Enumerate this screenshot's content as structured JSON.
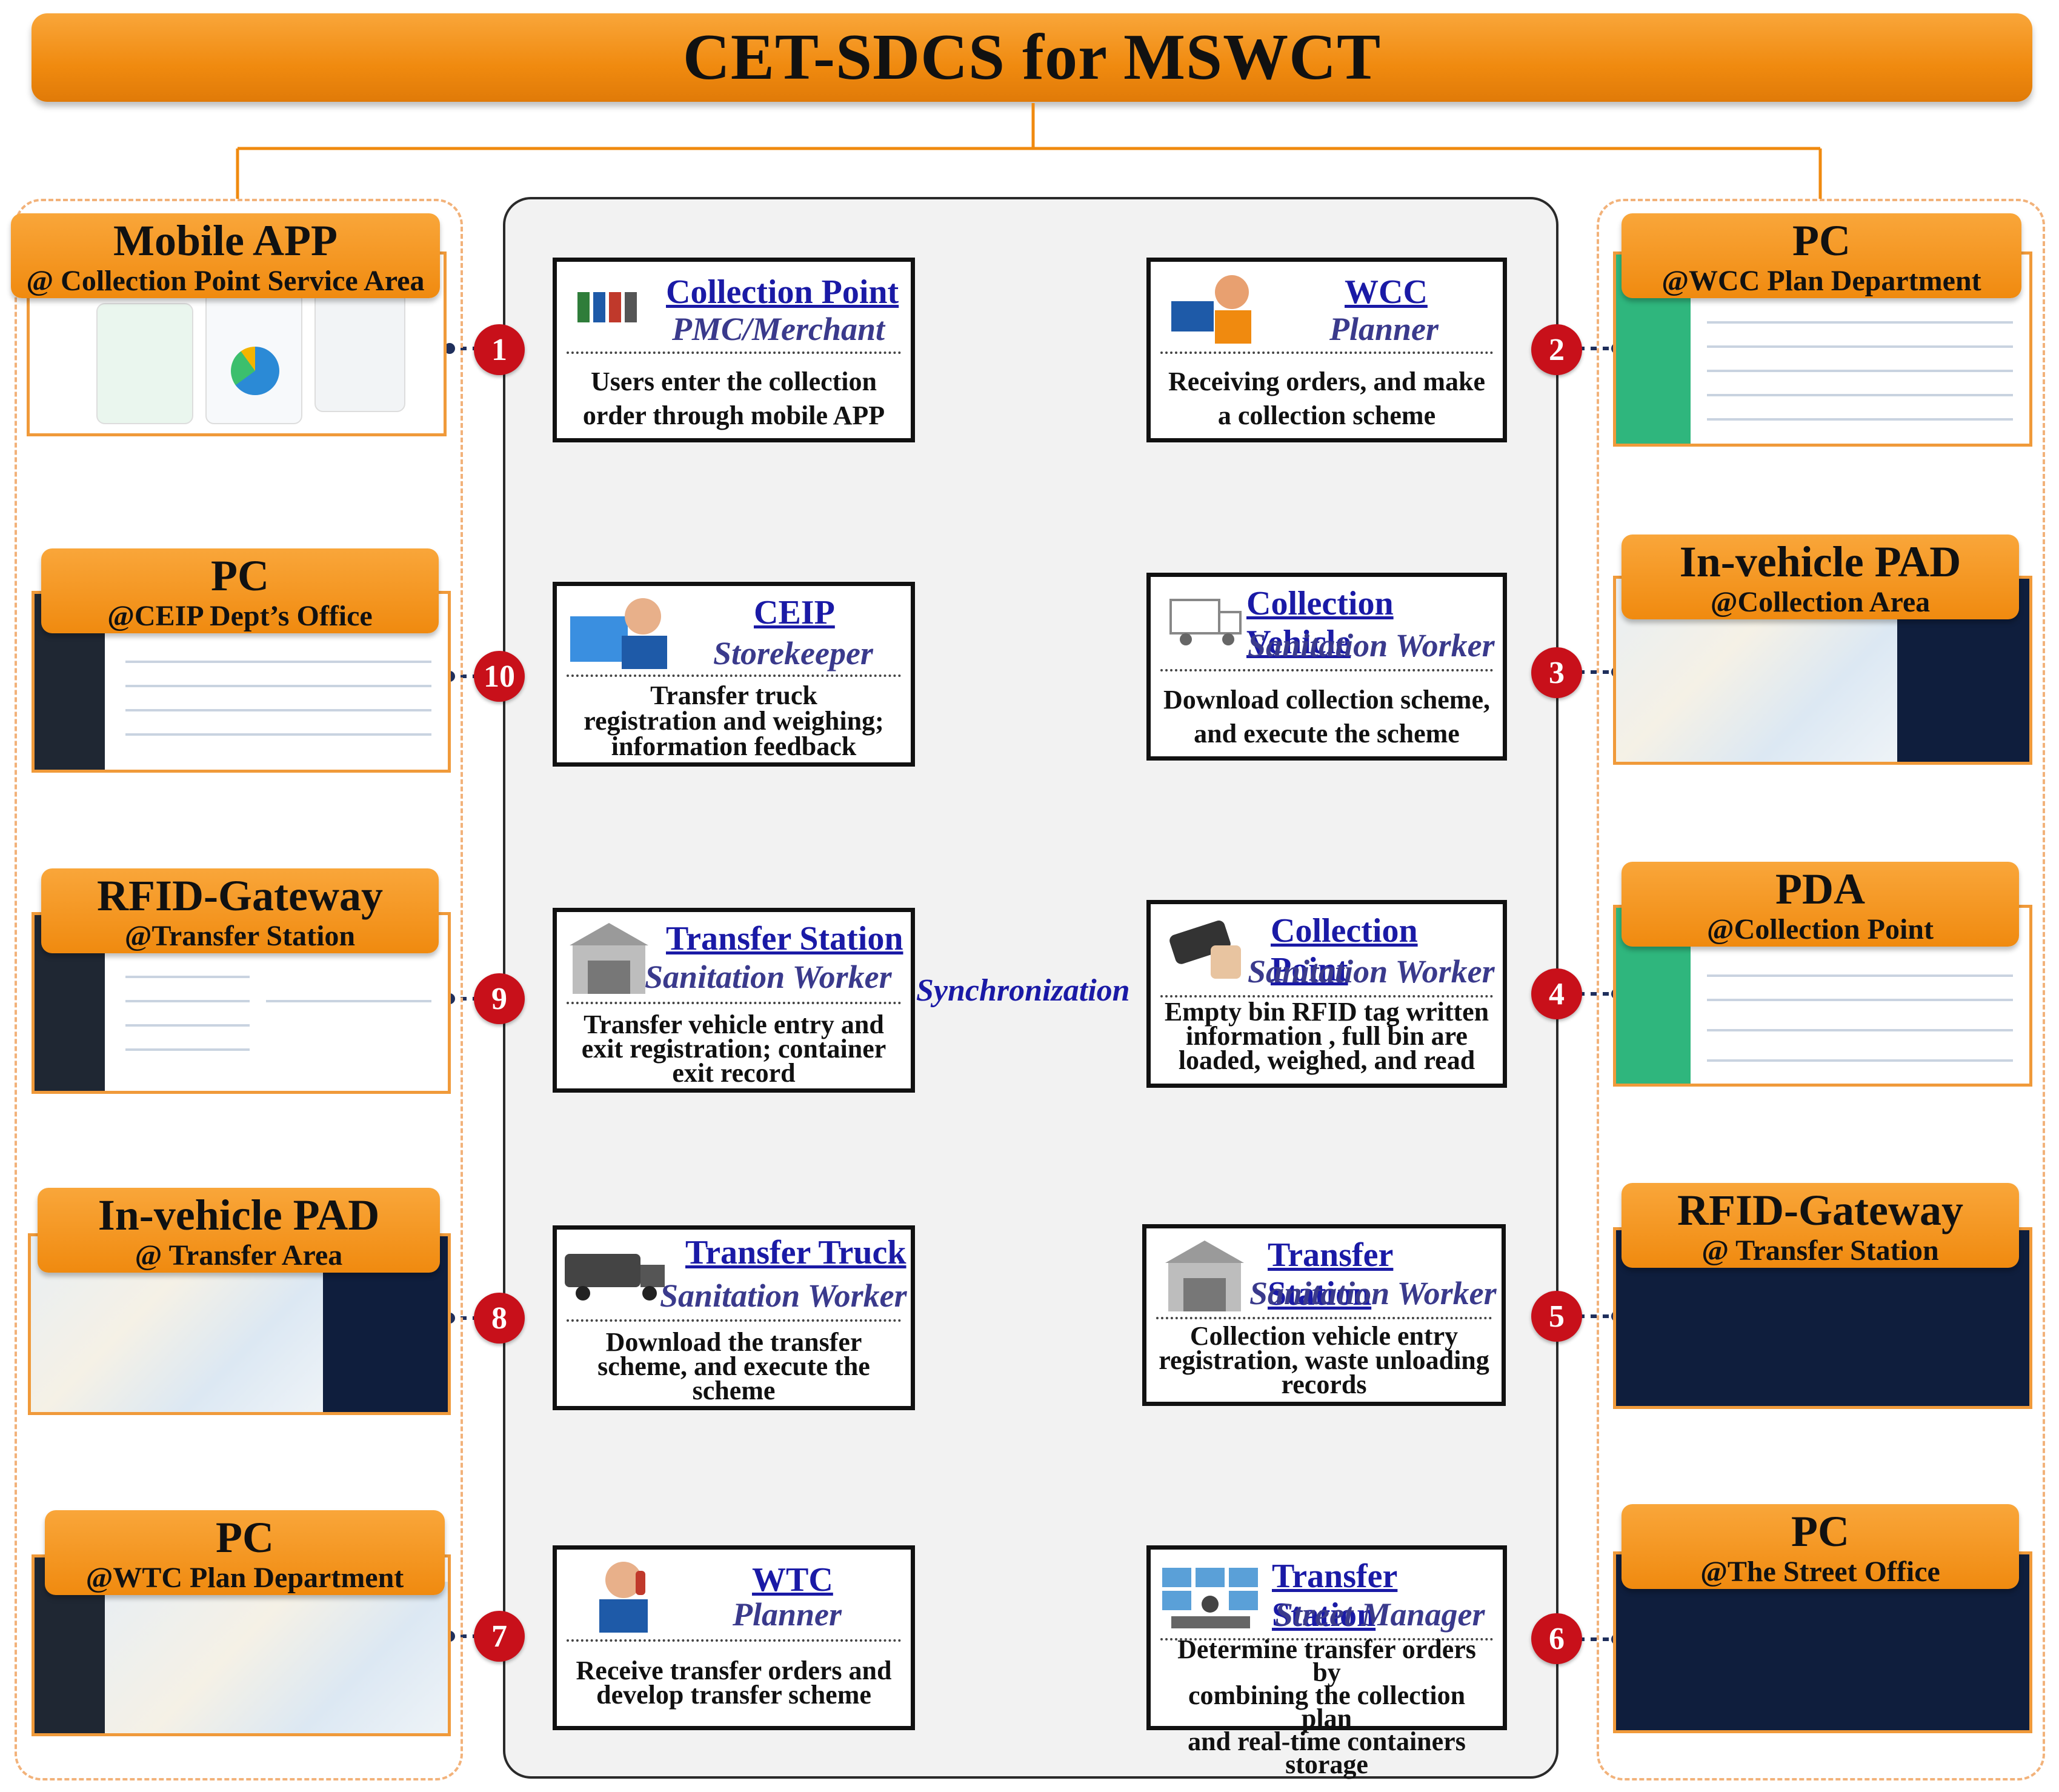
{
  "title": "CET-SDCS for MSWCT",
  "sync_label": "Synchronization",
  "colors": {
    "orange": "#f08a0f",
    "badge_red": "#c8101a",
    "link_blue": "#1a1aa6",
    "role_blue": "#3a3a8c"
  },
  "devices": [
    {
      "num": "1",
      "name": "Mobile APP",
      "location": "@ Collection Point Service Area",
      "screen": "mobile-app-screens"
    },
    {
      "num": "2",
      "name": "PC",
      "location": "@WCC Plan Department",
      "screen": "pc-table-screen"
    },
    {
      "num": "3",
      "name": "In-vehicle PAD",
      "location": "@Collection Area",
      "screen": "map-screen"
    },
    {
      "num": "4",
      "name": "PDA",
      "location": "@Collection Point",
      "screen": "pda-screen"
    },
    {
      "num": "5",
      "name": "RFID-Gateway",
      "location": "@ Transfer Station",
      "screen": "dark-table-screen"
    },
    {
      "num": "6",
      "name": "PC",
      "location": "@The Street Office",
      "screen": "dark-dashboard-screen"
    },
    {
      "num": "7",
      "name": "PC",
      "location": "@WTC Plan Department",
      "screen": "map-screen"
    },
    {
      "num": "8",
      "name": "In-vehicle PAD",
      "location": "@ Transfer Area",
      "screen": "map-screen"
    },
    {
      "num": "9",
      "name": "RFID-Gateway",
      "location": "@Transfer Station",
      "screen": "pc-table-screen"
    },
    {
      "num": "10",
      "name": "PC",
      "location": "@CEIP Dept’s Office",
      "screen": "pc-table-screen"
    }
  ],
  "processes": [
    {
      "num": "1",
      "title": "Collection Point",
      "role": "PMC/Merchant",
      "desc": [
        "Users enter the collection",
        "order through mobile APP"
      ],
      "icon": "recycling-bins-icon"
    },
    {
      "num": "2",
      "title": "WCC",
      "role": "Planner",
      "desc": [
        "Receiving orders, and make",
        "a collection scheme"
      ],
      "icon": "planner-computer-icon"
    },
    {
      "num": "3",
      "title": "Collection Vehicle",
      "role": "Sanitation Worker",
      "desc": [
        "Download collection scheme,",
        "and execute the scheme"
      ],
      "icon": "collection-truck-icon"
    },
    {
      "num": "4",
      "title": "Collection Point",
      "role": "Sanitation Worker",
      "desc": [
        "Empty bin RFID tag written",
        "information , full bin are",
        "loaded, weighed, and read"
      ],
      "icon": "rfid-scanner-icon"
    },
    {
      "num": "5",
      "title": "Transfer Station",
      "role": "Sanitation Worker",
      "desc": [
        "Collection vehicle entry",
        "registration, waste unloading",
        "records"
      ],
      "icon": "transfer-station-building-icon"
    },
    {
      "num": "6",
      "title": "Transfer Station",
      "role": "Street Manager",
      "desc": [
        "Determine transfer orders by",
        "combining the collection plan",
        "and real-time containers",
        "storage"
      ],
      "icon": "monitoring-room-icon"
    },
    {
      "num": "7",
      "title": "WTC",
      "role": "Planner",
      "desc": [
        "Receive transfer orders and",
        "develop transfer scheme"
      ],
      "icon": "phone-planner-icon"
    },
    {
      "num": "8",
      "title": "Transfer Truck",
      "role": "Sanitation Worker",
      "desc": [
        "Download the transfer",
        "scheme, and execute the",
        "scheme"
      ],
      "icon": "transfer-truck-icon"
    },
    {
      "num": "9",
      "title": "Transfer Station",
      "role": "Sanitation Worker",
      "desc": [
        "Transfer vehicle entry and",
        "exit registration; container",
        "exit record"
      ],
      "icon": "transfer-station-building-icon"
    },
    {
      "num": "10",
      "title": "CEIP",
      "role": "Storekeeper",
      "desc": [
        "Transfer truck",
        "registration and weighing;",
        "information feedback"
      ],
      "icon": "storekeeper-computer-icon"
    }
  ]
}
